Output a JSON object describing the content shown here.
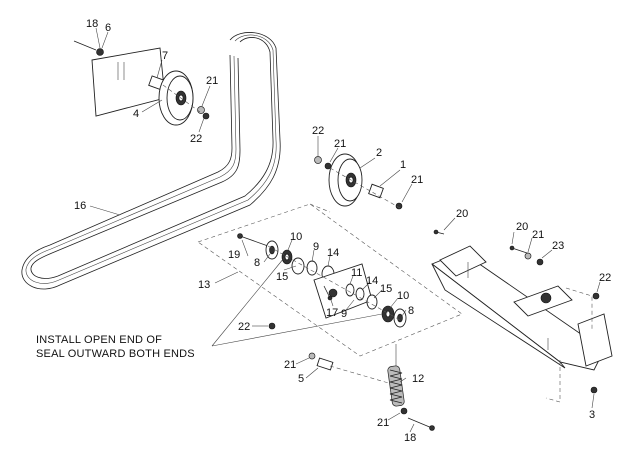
{
  "diagram": {
    "note_lines": [
      "INSTALL OPEN END OF",
      "SEAL OUTWARD BOTH ENDS"
    ],
    "callouts": {
      "c18a": "18",
      "c6": "6",
      "c7": "7",
      "c21a": "21",
      "c4": "4",
      "c22a": "22",
      "c22b": "22",
      "c21b": "21",
      "c2": "2",
      "c1": "1",
      "c21c": "21",
      "c16": "16",
      "c20a": "20",
      "c20b": "20",
      "c21d": "21",
      "c23": "23",
      "c19": "19",
      "c10a": "10",
      "c9a": "9",
      "c14a": "14",
      "c8a": "8",
      "c15a": "15",
      "c11": "11",
      "c14b": "14",
      "c15b": "15",
      "c10b": "10",
      "c13": "13",
      "c22c": "22",
      "c17": "17",
      "c9b": "9",
      "c8b": "8",
      "c22d": "22",
      "c21e": "21",
      "c5": "5",
      "c12": "12",
      "c3": "3",
      "c21f": "21",
      "c18b": "18"
    }
  }
}
